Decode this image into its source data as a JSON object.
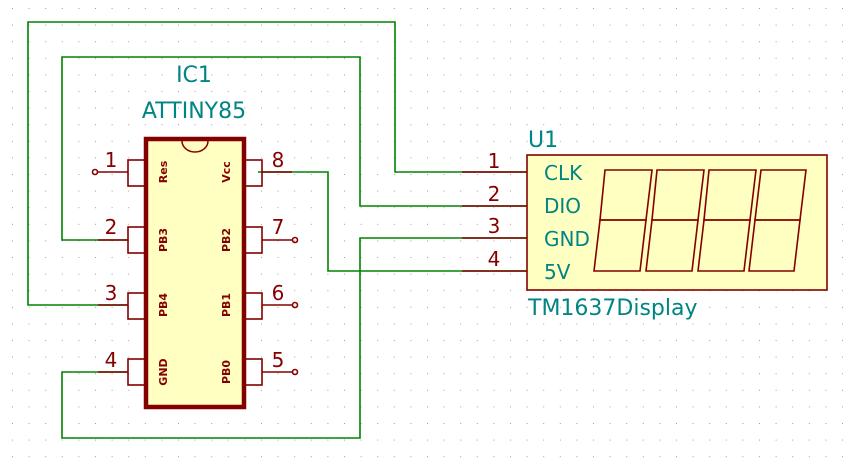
{
  "ic": {
    "ref": "IC1",
    "value": "ATTINY85",
    "left_pins": [
      {
        "num": "1",
        "name": "Res"
      },
      {
        "num": "2",
        "name": "PB3"
      },
      {
        "num": "3",
        "name": "PB4"
      },
      {
        "num": "4",
        "name": "GND"
      }
    ],
    "right_pins": [
      {
        "num": "8",
        "name": "Vcc"
      },
      {
        "num": "7",
        "name": "PB2"
      },
      {
        "num": "6",
        "name": "PB1"
      },
      {
        "num": "5",
        "name": "PB0"
      }
    ]
  },
  "display": {
    "ref": "U1",
    "value": "TM1637Display",
    "pins": [
      {
        "num": "1",
        "name": "CLK"
      },
      {
        "num": "2",
        "name": "DIO"
      },
      {
        "num": "3",
        "name": "GND"
      },
      {
        "num": "4",
        "name": "5V"
      }
    ],
    "digit_count": 4
  },
  "colors": {
    "wire": "#008400",
    "ic_body": "#840000",
    "ic_fill": "#ffffc2",
    "text_teal": "#008484",
    "pin_red": "#840000",
    "grid_dot": "#a0a0a0"
  }
}
